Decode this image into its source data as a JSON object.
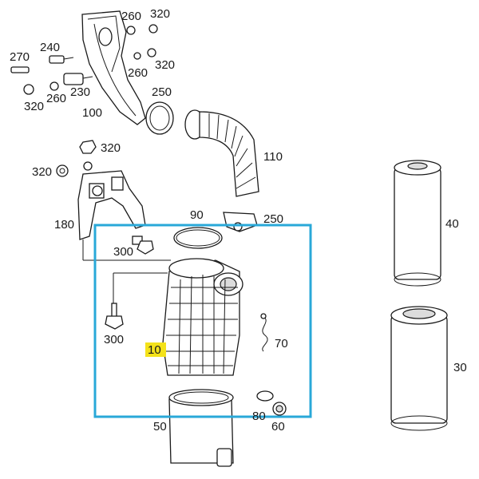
{
  "callouts": [
    {
      "id": "c260a",
      "text": "260"
    },
    {
      "id": "c320a",
      "text": "320"
    },
    {
      "id": "c240",
      "text": "240"
    },
    {
      "id": "c270",
      "text": "270"
    },
    {
      "id": "c260b",
      "text": "260"
    },
    {
      "id": "c320b",
      "text": "320"
    },
    {
      "id": "c320c",
      "text": "320"
    },
    {
      "id": "c260c",
      "text": "260"
    },
    {
      "id": "c230",
      "text": "230"
    },
    {
      "id": "c100",
      "text": "100"
    },
    {
      "id": "c250a",
      "text": "250"
    },
    {
      "id": "c110",
      "text": "110"
    },
    {
      "id": "c320d",
      "text": "320"
    },
    {
      "id": "c320e",
      "text": "320"
    },
    {
      "id": "c180",
      "text": "180"
    },
    {
      "id": "c90",
      "text": "90"
    },
    {
      "id": "c250b",
      "text": "250"
    },
    {
      "id": "c300a",
      "text": "300"
    },
    {
      "id": "c300b",
      "text": "300"
    },
    {
      "id": "c10",
      "text": "10"
    },
    {
      "id": "c70",
      "text": "70"
    },
    {
      "id": "c40",
      "text": "40"
    },
    {
      "id": "c30",
      "text": "30"
    },
    {
      "id": "c80",
      "text": "80"
    },
    {
      "id": "c60",
      "text": "60"
    },
    {
      "id": "c50",
      "text": "50"
    }
  ],
  "colors": {
    "highlight_box": "#29a8d8",
    "highlight_label": "#f4e21a",
    "line": "#1a1a1a"
  },
  "highlighted_part": "10"
}
